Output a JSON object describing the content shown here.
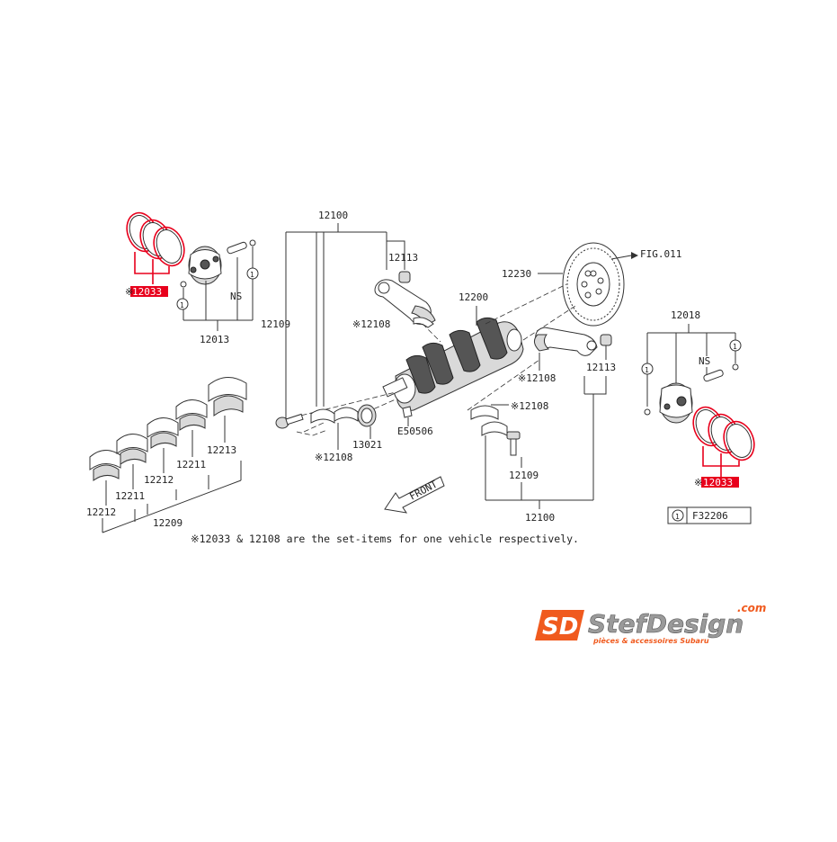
{
  "labels": {
    "p12100_top": "12100",
    "p12113_top": "12113",
    "p12108_a": "※12108",
    "p12109_left": "12109",
    "p12108_b": "※12108",
    "p13021": "13021",
    "e50506": "E50506",
    "p12200": "12200",
    "p12230": "12230",
    "fig011": "FIG.011",
    "p12108_c": "※12108",
    "p12113_right": "12113",
    "p12108_d": "※12108",
    "p12109_right": "12109",
    "p12100_bottom": "12100",
    "p12013": "12013",
    "ns_left": "NS",
    "circ1": "1",
    "p12033_left": "12033",
    "p12033_right": "12033",
    "asterisk": "※",
    "p12018": "12018",
    "ns_right": "NS",
    "p12213": "12213",
    "p12211_a": "12211",
    "p12212_a": "12212",
    "p12211_b": "12211",
    "p12212_b": "12212",
    "p12209": "12209",
    "front": "FRONT",
    "ref_code": "F32206"
  },
  "note": "※12033 & 12108 are the set-items for one vehicle respectively.",
  "logo": {
    "mark": "SD",
    "word": "StefDesign",
    "suffix": ".com",
    "tagline": "pièces & accessoires Subaru"
  },
  "colors": {
    "highlight": "#e8001c",
    "logo_orange": "#f05a1e",
    "logo_grey": "#9a9a9a"
  }
}
